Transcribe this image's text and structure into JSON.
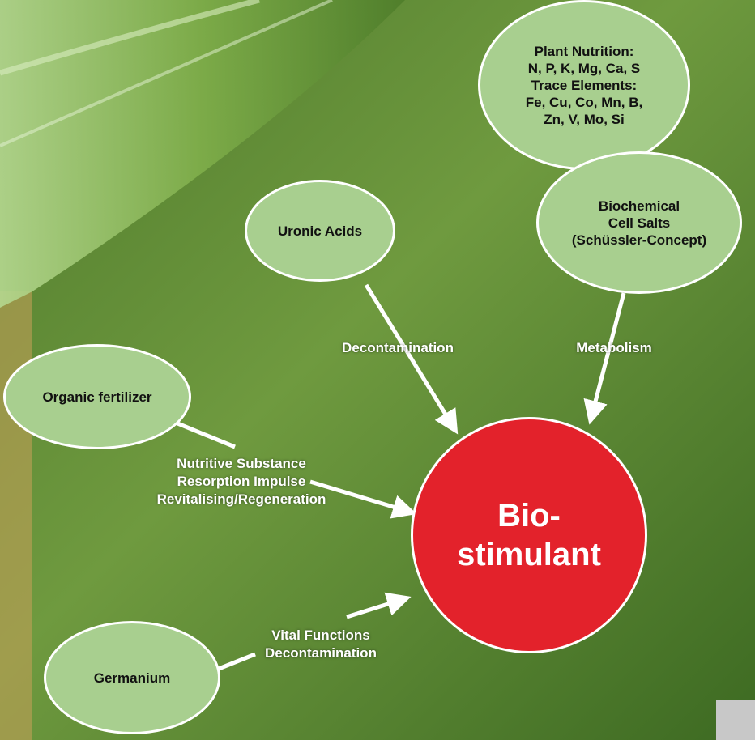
{
  "colors": {
    "node_fill": "#a8cf8f",
    "node_stroke": "#ffffff",
    "center_fill": "#e3222b",
    "arrow": "#ffffff"
  },
  "nodes": {
    "plant_nutrition": "Plant Nutrition:\nN, P, K, Mg, Ca, S\nTrace Elements:\nFe, Cu, Co, Mn, B,\nZn, V, Mo, Si",
    "biochemical": "Biochemical\nCell Salts\n(Schüssler-Concept)",
    "uronic_acids": "Uronic Acids",
    "organic_fertilizer": "Organic fertilizer",
    "germanium": "Germanium",
    "center": "Bio-\nstimulant"
  },
  "edges": {
    "decontamination": "Decontamination",
    "metabolism": "Metabolism",
    "nutritive": "Nutritive Substance\nResorption Impulse\nRevitalising/Regeneration",
    "vital": "Vital Functions\nDecontamination"
  }
}
